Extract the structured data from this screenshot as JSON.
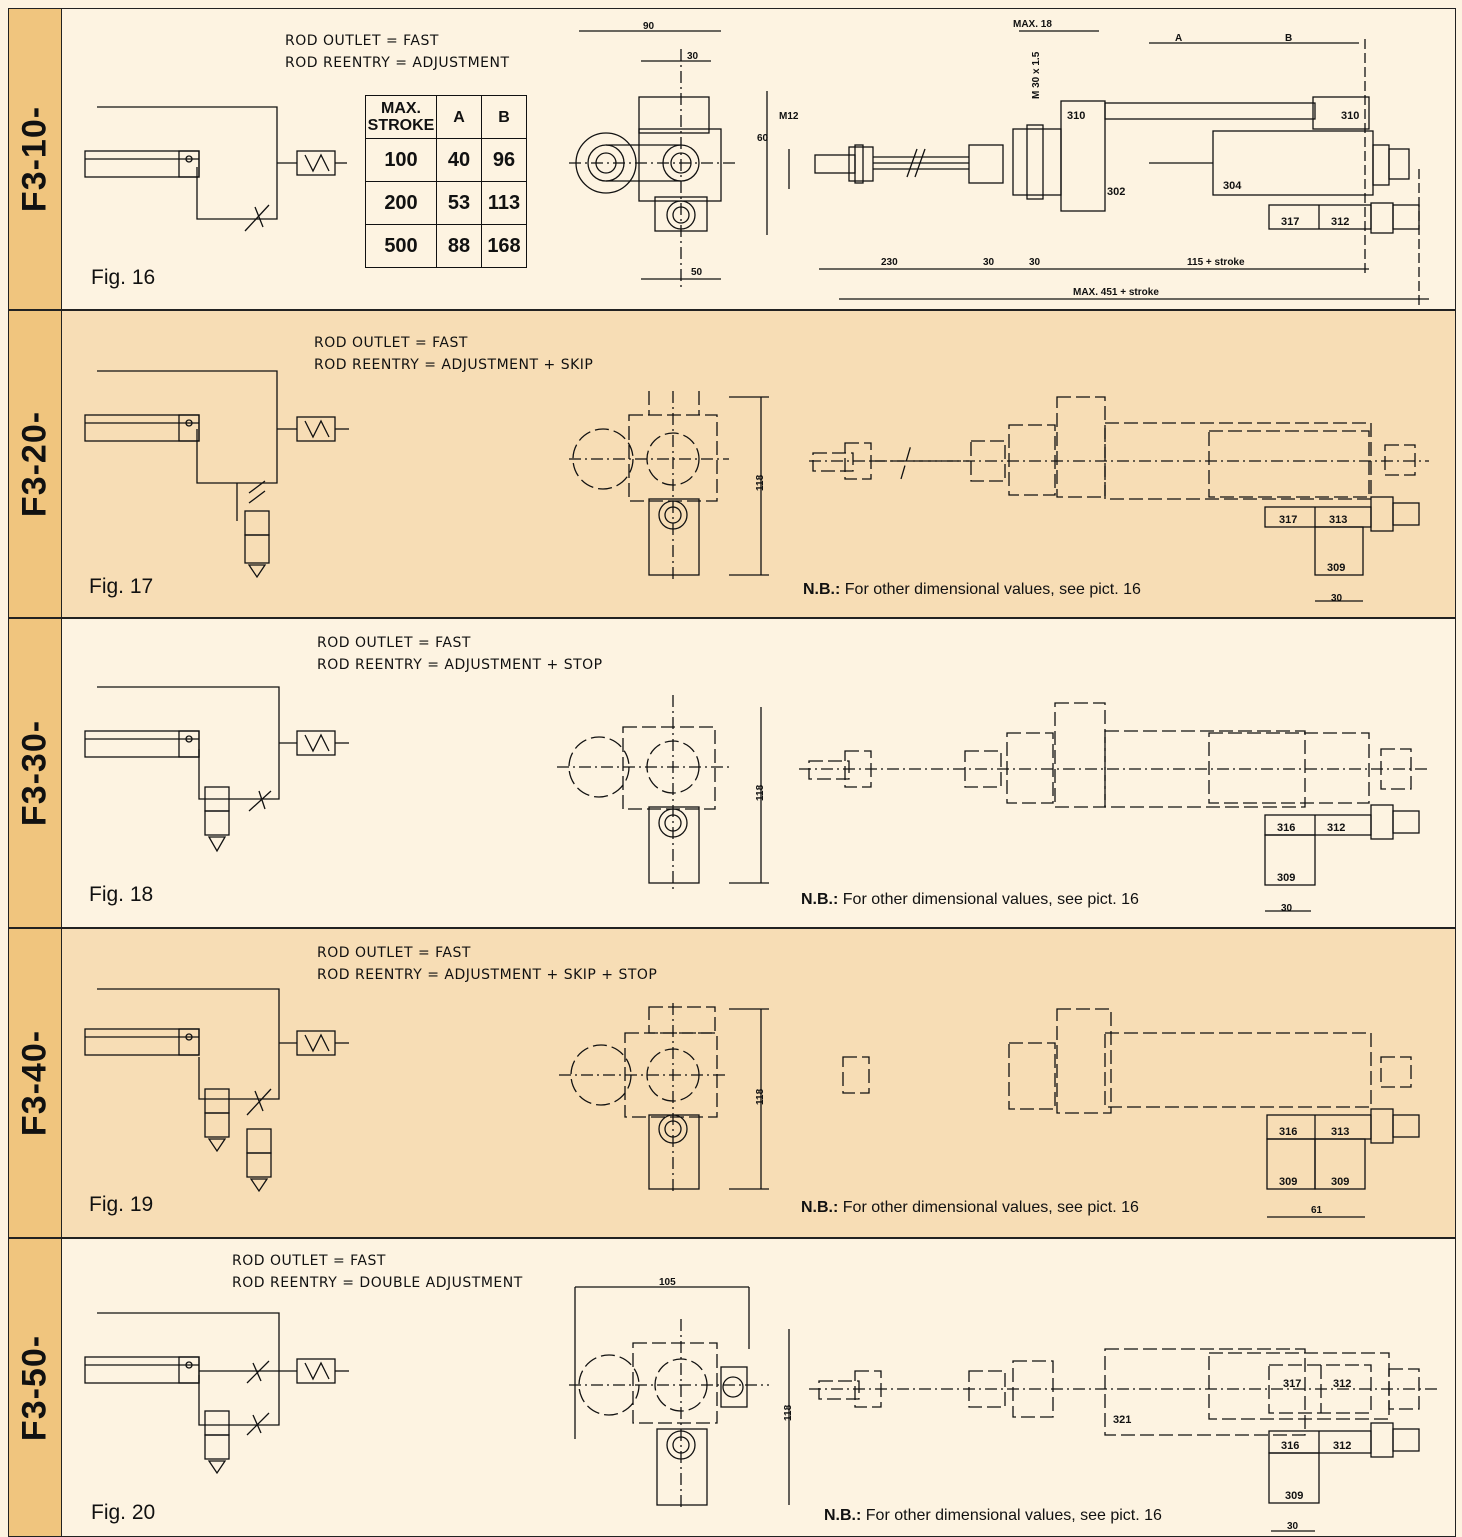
{
  "sections": [
    {
      "code": "F3-10-",
      "outlet": "ROD OUTLET = FAST",
      "reentry": "ROD REENTRY = ADJUSTMENT",
      "figure": "Fig. 16",
      "table": {
        "headers": [
          "MAX. STROKE",
          "A",
          "B"
        ],
        "rows": [
          [
            "100",
            "40",
            "96"
          ],
          [
            "200",
            "53",
            "113"
          ],
          [
            "500",
            "88",
            "168"
          ]
        ]
      },
      "dimensions": [
        "90",
        "30",
        "60",
        "M12",
        "50",
        "MAX. 18",
        "M 30 x 1.5",
        "A",
        "B",
        "230",
        "30",
        "30",
        "115 + stroke",
        "MAX. 451 + stroke"
      ],
      "parts": [
        "310",
        "310",
        "302",
        "304",
        "317",
        "312"
      ]
    },
    {
      "code": "F3-20-",
      "outlet": "ROD OUTLET = FAST",
      "reentry": "ROD REENTRY = ADJUSTMENT + SKIP",
      "figure": "Fig. 17",
      "note_prefix": "N.B.:",
      "note_text": "For other dimensional values, see pict. 16",
      "dimensions": [
        "118",
        "30"
      ],
      "parts": [
        "317",
        "313",
        "309"
      ]
    },
    {
      "code": "F3-30-",
      "outlet": "ROD OUTLET = FAST",
      "reentry": "ROD REENTRY = ADJUSTMENT + STOP",
      "figure": "Fig. 18",
      "note_prefix": "N.B.:",
      "note_text": "For other dimensional values, see pict. 16",
      "dimensions": [
        "118",
        "30"
      ],
      "parts": [
        "316",
        "312",
        "309"
      ]
    },
    {
      "code": "F3-40-",
      "outlet": "ROD OUTLET = FAST",
      "reentry": "ROD REENTRY = ADJUSTMENT + SKIP + STOP",
      "figure": "Fig. 19",
      "note_prefix": "N.B.:",
      "note_text": "For other dimensional values, see pict. 16",
      "dimensions": [
        "118",
        "61"
      ],
      "parts": [
        "316",
        "313",
        "309",
        "309"
      ]
    },
    {
      "code": "F3-50-",
      "outlet": "ROD OUTLET = FAST",
      "reentry": "ROD REENTRY = DOUBLE ADJUSTMENT",
      "figure": "Fig. 20",
      "note_prefix": "N.B.:",
      "note_text": "For other dimensional values, see pict. 16",
      "dimensions": [
        "105",
        "118",
        "30"
      ],
      "parts": [
        "317",
        "312",
        "321",
        "316",
        "312",
        "309"
      ]
    }
  ]
}
